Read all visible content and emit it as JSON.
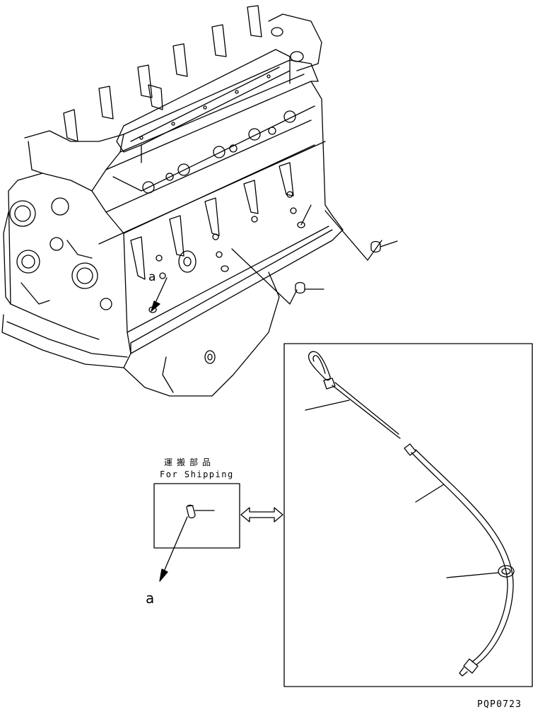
{
  "shipping_label": {
    "japanese": "運搬部品",
    "english": "For Shipping"
  },
  "reference_marks": {
    "engine_view": "a",
    "shipping_box": "a"
  },
  "drawing_number": "PQP0723",
  "icons": {
    "exchange": "double-headed-arrow-icon"
  }
}
